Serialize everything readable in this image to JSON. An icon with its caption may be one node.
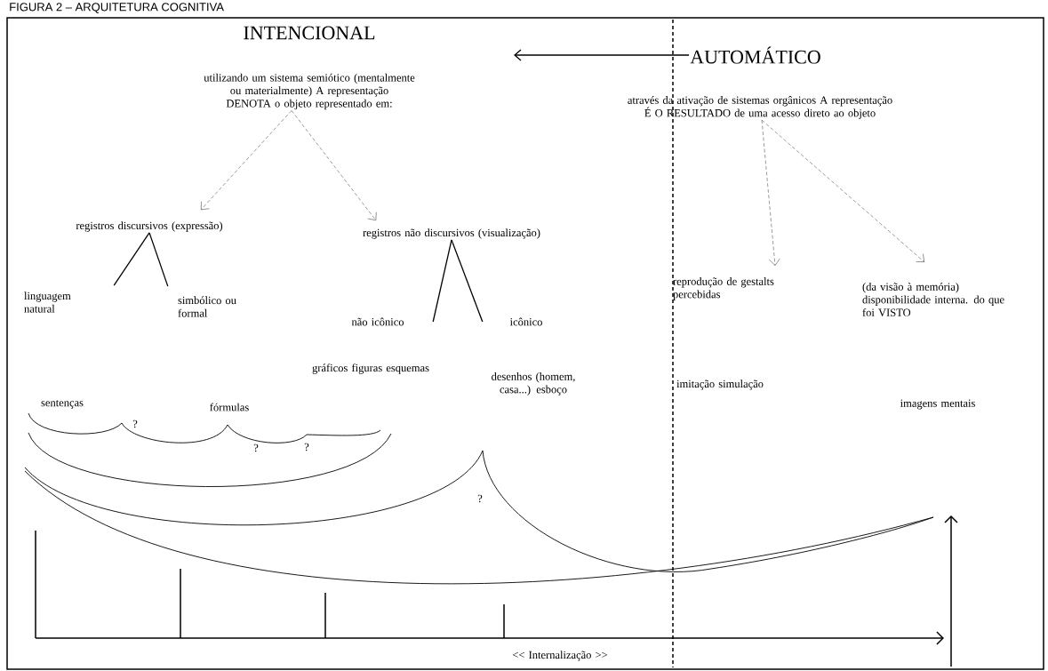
{
  "diagram": {
    "title": "FIGURA 2 – ARQUITETURA COGNITIVA",
    "nodes": [
      {
        "text": [
          "INTENCIONAL",
          "utilizando um sistema semiótico (mentalmente ou materialmente) A representação DENOTA o objeto representado em:"
        ]
      },
      {
        "text": [
          "AUTOMÁTICO",
          "através da ativação de sistemas orgânicos A representação É O RESULTADO de uma acesso direto ao objeto"
        ]
      },
      {
        "text": [
          "registros discursivos (expressão)"
        ]
      },
      {
        "text": [
          "registros não discursivos (visualização)"
        ]
      },
      {
        "text": [
          "linguagem natural"
        ]
      },
      {
        "text": [
          "simbólico ou formal"
        ]
      },
      {
        "text": [
          "não icônico"
        ]
      },
      {
        "text": [
          "icônico"
        ]
      },
      {
        "text": [
          "reprodução de gestalts percebidas"
        ]
      },
      {
        "text": [
          "(da visão à memória) disponibilidade interna. do que foi VISTO"
        ]
      }
    ],
    "edges": [
      {
        "from": 1,
        "to": null,
        "arrow": "to"
      },
      {
        "from": 0,
        "to": 2,
        "arrow": "to",
        "style": "dashed"
      },
      {
        "from": 0,
        "to": 3,
        "arrow": "to",
        "style": "dashed"
      },
      {
        "from": 2,
        "to": 4,
        "arrow": "none"
      },
      {
        "from": 2,
        "to": 5,
        "arrow": "none"
      },
      {
        "from": 3,
        "to": 6,
        "arrow": "none"
      },
      {
        "from": 3,
        "to": 7,
        "arrow": "none"
      },
      {
        "from": 1,
        "to": 8,
        "arrow": "to",
        "style": "dashed"
      },
      {
        "from": 1,
        "to": 9,
        "arrow": "to",
        "style": "dashed"
      }
    ],
    "labels": [
      "gráficos figuras esquemas",
      "desenhos (homem, casa...) esboço",
      "imitação simulação",
      "sentenças",
      "fórmulas",
      "imagens mentais",
      "?",
      "?",
      "?",
      "?",
      "<< Internalização >>"
    ]
  }
}
